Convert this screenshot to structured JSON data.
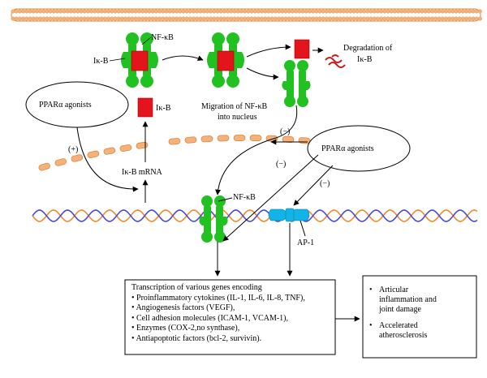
{
  "colors": {
    "membrane": "#f4b27a",
    "membrane_stroke": "#d98a45",
    "nfkb_green": "#22c122",
    "ikb_red": "#e3141c",
    "dna_orange": "#f08a2a",
    "dna_blue": "#4a4ad8",
    "ap1_blue": "#12b4e8",
    "degradation_wave": "#cc1a1a"
  },
  "labels": {
    "ikb_left": "Iκ-B",
    "nfkb_top": "NF-κB",
    "degradation_line1": "Degradation of",
    "degradation_line2": "Iκ-B",
    "ikb_synth": "Iκ-B",
    "migration_line1": "Migration of NF-κB",
    "migration_line2": "into nucleus",
    "ppar_left": "PPARα agonists",
    "ppar_right": "PPARα agonists",
    "plus_sign": "(+)",
    "minus_top": "(−)",
    "minus_mid": "(−)",
    "minus_right": "(−)",
    "ikb_mrna": "Iκ-B mRNA",
    "nfkb_dna": "NF-κB",
    "ap1": "AP-1"
  },
  "transcription_box": {
    "heading": "Transcription of various genes encoding",
    "items": [
      "Proinflammatory cytokines (IL-1, IL-6, IL-8, TNF),",
      "Angiogenesis factors (VEGF),",
      "Cell adhesion molecules (ICAM-1, VCAM-1),",
      "Enzymes (COX-2,no synthase),",
      "Antiapoptotic factors (bcl-2, survivin)."
    ]
  },
  "outcome_box": {
    "items": [
      "Articular\ninflammation and\njoint damage",
      "Accelerated\natherosclerosis"
    ]
  },
  "bullet_symbol": "•"
}
